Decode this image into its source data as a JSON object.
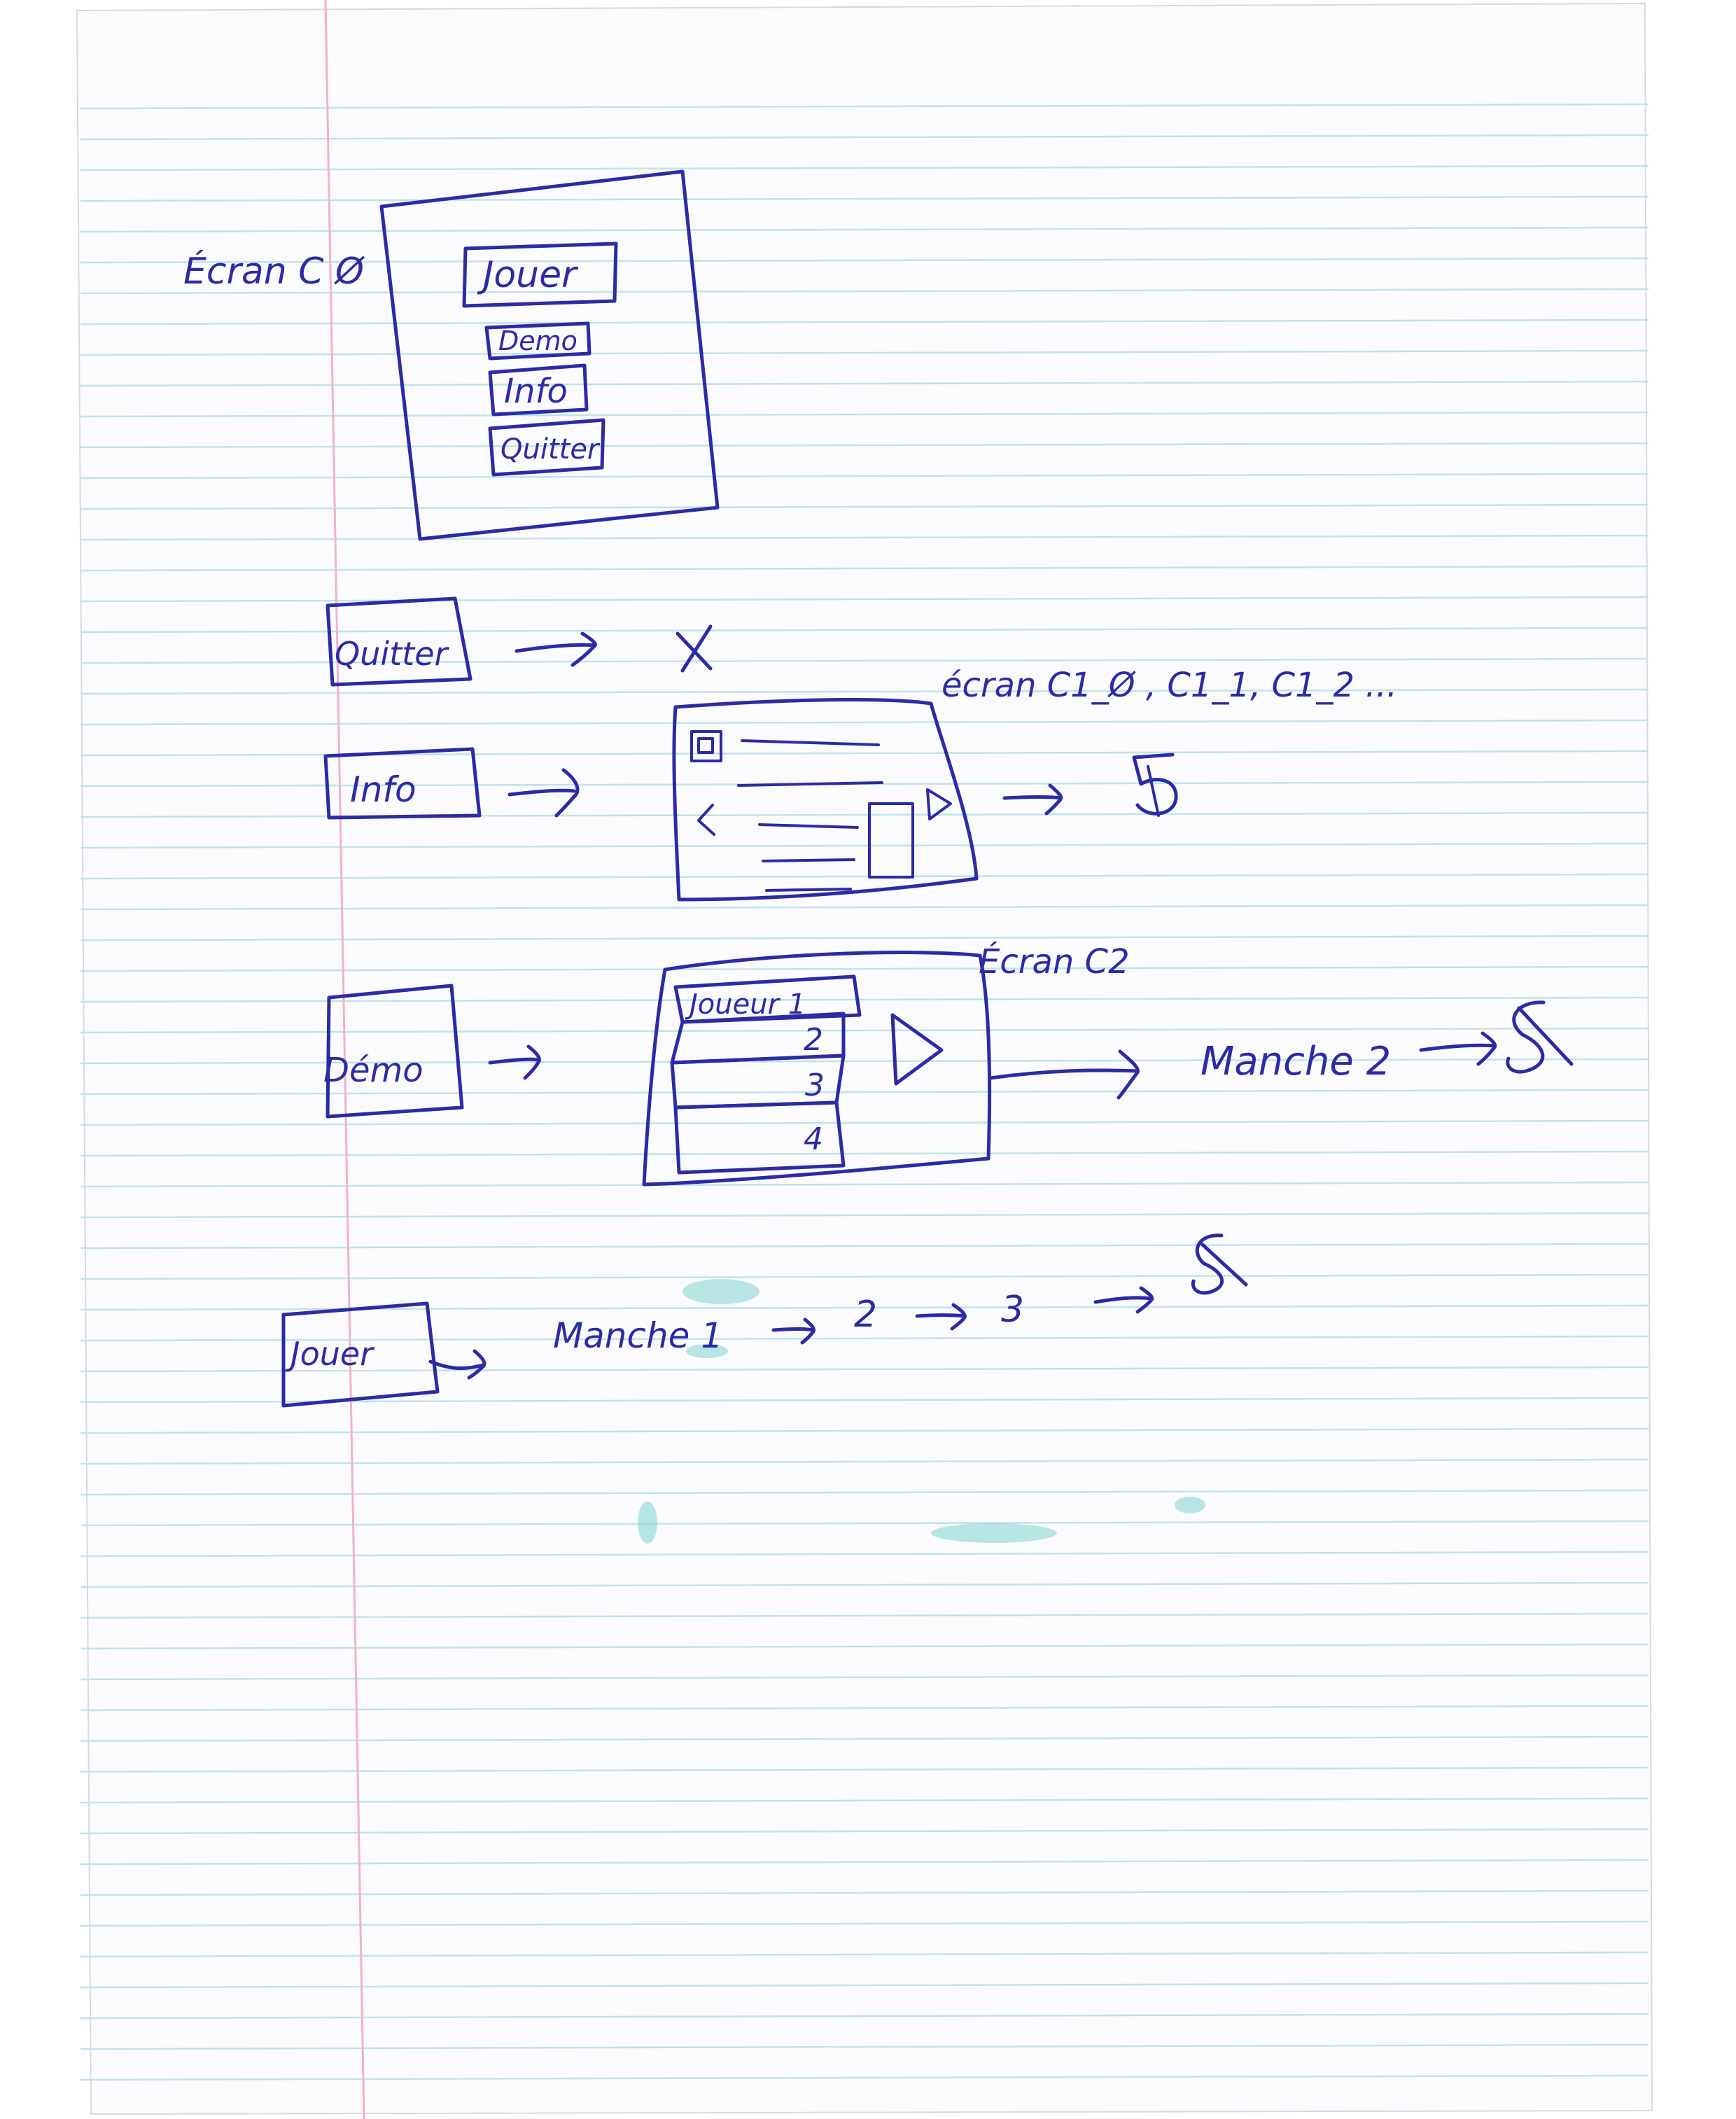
{
  "colors": {
    "ink": "#2b2ba6",
    "ruled_line": "#bfe3ea",
    "margin_line": "#f2b3c6",
    "paper": "#fbfbfd",
    "smudge": "#7fd3cf"
  },
  "screen_c0": {
    "label": "Écran C Ø",
    "buttons": [
      "Jouer",
      "Demo",
      "Info",
      "Quitter"
    ]
  },
  "quit_flow": {
    "button": "Quitter",
    "result_icon": "x-close-icon"
  },
  "info_flow": {
    "button": "Info",
    "screen_label": "écran C1_Ø , C1_1, C1_2 ...",
    "result_icon": "s-return-icon"
  },
  "demo_flow": {
    "button": "Démo",
    "screen_label": "Écran C2",
    "rows": [
      "Joueur 1",
      "2",
      "3",
      "4"
    ],
    "next": "Manche 2",
    "result_icon": "s-return-icon"
  },
  "play_flow": {
    "button": "Jouer",
    "steps": [
      "Manche 1",
      "2",
      "3"
    ],
    "result_icon": "s-return-icon"
  }
}
